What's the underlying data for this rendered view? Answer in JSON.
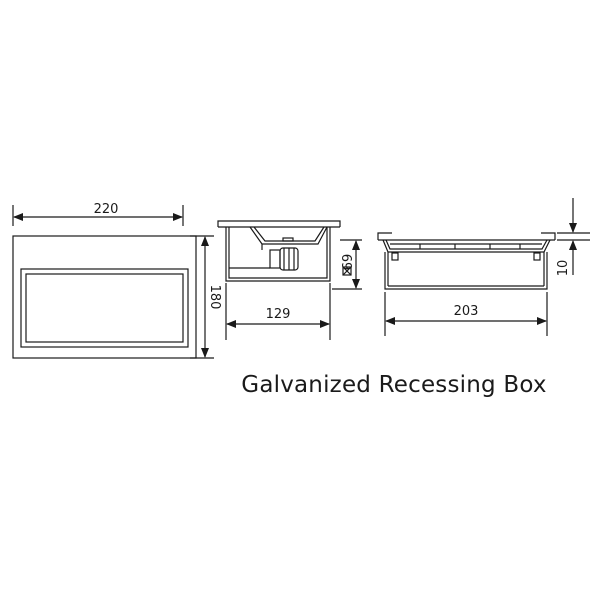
{
  "title": "Galvanized Recessing Box",
  "dimensions": {
    "front_width": "220",
    "front_height": "180",
    "side_width": "129",
    "side_depth": "69",
    "top_width": "203",
    "top_flange": "10"
  },
  "colors": {
    "line": "#1a1a1a",
    "background": "#ffffff"
  }
}
